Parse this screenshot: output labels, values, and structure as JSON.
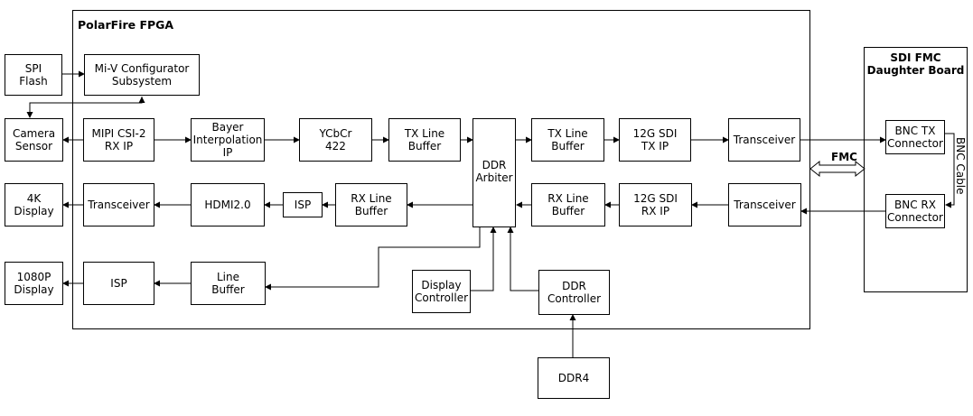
{
  "fpga": {
    "title": "PolarFire FPGA"
  },
  "daughter_board": {
    "title": "SDI FMC\nDaughter Board"
  },
  "blocks": {
    "spi_flash": "SPI\nFlash",
    "miv": "Mi-V Configurator\nSubsystem",
    "camera_sensor": "Camera\nSensor",
    "mipi": "MIPI CSI-2\nRX IP",
    "bayer": "Bayer\nInterpolation\nIP",
    "ycbcr": "YCbCr\n422",
    "tx_line_buffer_1": "TX Line\nBuffer",
    "ddr_arbiter": "DDR\nArbiter",
    "tx_line_buffer_2": "TX Line\nBuffer",
    "sdi_12g_tx": "12G SDI\nTX IP",
    "transceiver_tx": "Transceiver",
    "bnc_tx": "BNC TX\nConnector",
    "display_4k": "4K\nDisplay",
    "transceiver_hdmi": "Transceiver",
    "hdmi": "HDMI2.0",
    "isp_1": "ISP",
    "rx_line_buffer_1": "RX Line\nBuffer",
    "rx_line_buffer_2": "RX Line\nBuffer",
    "sdi_12g_rx": "12G SDI\nRX IP",
    "transceiver_rx": "Transceiver",
    "bnc_rx": "BNC RX\nConnector",
    "display_1080p": "1080P\nDisplay",
    "isp_2": "ISP",
    "line_buffer": "Line\nBuffer",
    "display_controller": "Display\nController",
    "ddr_controller": "DDR\nController",
    "ddr4": "DDR4"
  },
  "labels": {
    "fmc": "FMC",
    "bnc_cable": "BNC Cable"
  }
}
